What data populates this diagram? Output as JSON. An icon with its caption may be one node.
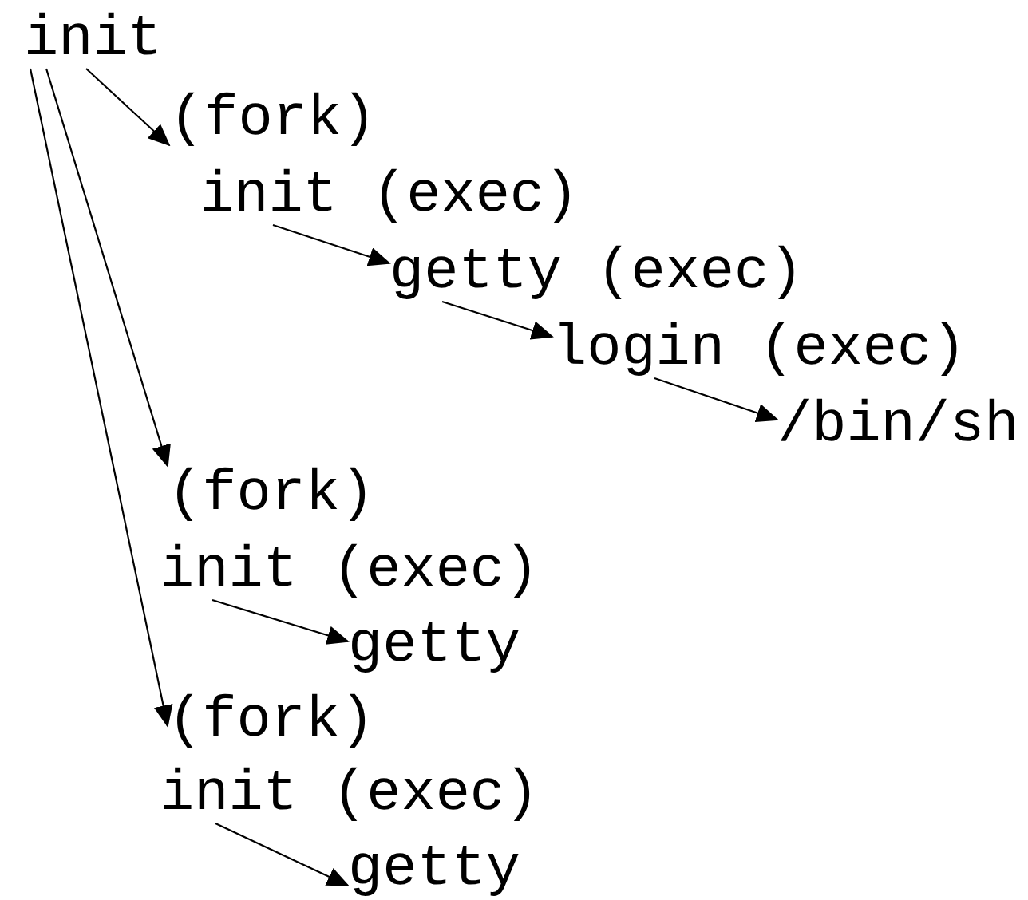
{
  "diagram": {
    "nodes": [
      {
        "text": [
          "init"
        ]
      },
      {
        "text": [
          "(fork)"
        ]
      },
      {
        "text": [
          "init (exec)"
        ]
      },
      {
        "text": [
          "getty (exec)"
        ]
      },
      {
        "text": [
          "login (exec)"
        ]
      },
      {
        "text": [
          "/bin/sh"
        ]
      },
      {
        "text": [
          "(fork)"
        ]
      },
      {
        "text": [
          "init (exec)"
        ]
      },
      {
        "text": [
          "getty"
        ]
      },
      {
        "text": [
          "(fork)"
        ]
      },
      {
        "text": [
          "init (exec)"
        ]
      },
      {
        "text": [
          "getty"
        ]
      }
    ],
    "edges": [
      {
        "from": 0,
        "to": 1,
        "arrow": "to"
      },
      {
        "from": 2,
        "to": 3,
        "arrow": "to"
      },
      {
        "from": 3,
        "to": 4,
        "arrow": "to"
      },
      {
        "from": 4,
        "to": 5,
        "arrow": "to"
      },
      {
        "from": 0,
        "to": 6,
        "arrow": "to"
      },
      {
        "from": 7,
        "to": 8,
        "arrow": "to"
      },
      {
        "from": 0,
        "to": 9,
        "arrow": "to"
      },
      {
        "from": 10,
        "to": 11,
        "arrow": "to"
      }
    ]
  }
}
